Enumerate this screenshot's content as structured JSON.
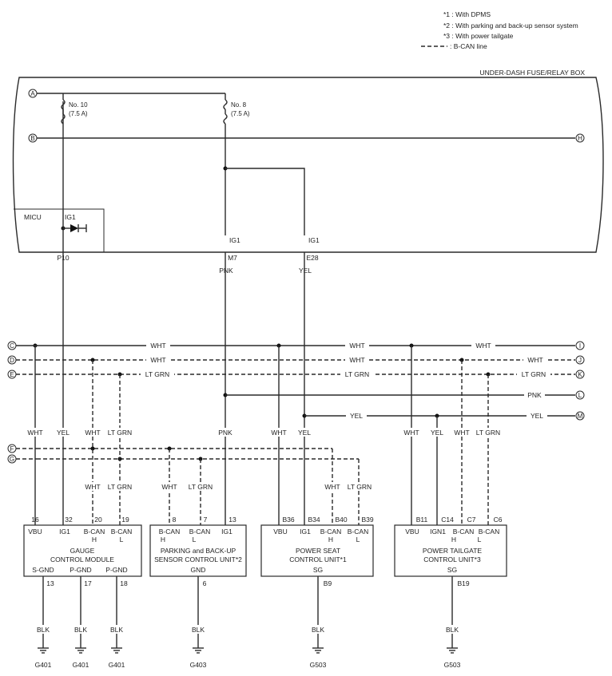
{
  "notes": {
    "n1": "*1 : With DPMS",
    "n2": "*2 : With parking and back-up sensor system",
    "n3": "*3 : With power tailgate",
    "n4": ": B-CAN line"
  },
  "fusebox": {
    "title": "UNDER-DASH FUSE/RELAY BOX",
    "fuse10_name": "No. 10",
    "fuse10_rating": "(7.5 A)",
    "fuse8_name": "No. 8",
    "fuse8_rating": "(7.5 A)"
  },
  "micu": {
    "label": "MICU",
    "pin": "IG1"
  },
  "terminals": {
    "ig1_a": "IG1",
    "ig1_b": "IG1",
    "p10": "P10",
    "m7": "M7",
    "e28": "E28"
  },
  "connectors": {
    "A": "A",
    "B": "B",
    "C": "C",
    "D": "D",
    "E": "E",
    "F": "F",
    "G": "G",
    "H": "H",
    "I": "I",
    "J": "J",
    "K": "K",
    "L": "L",
    "M": "M"
  },
  "wire_colors": {
    "wht": "WHT",
    "yel": "YEL",
    "pnk": "PNK",
    "ltgrn": "LT GRN",
    "blk": "BLK"
  },
  "gauge": {
    "name1": "GAUGE",
    "name2": "CONTROL MODULE",
    "pins": [
      "16",
      "32",
      "20",
      "19"
    ],
    "pin_labels": [
      "VBU",
      "IG1",
      "B-CAN",
      "B-CAN"
    ],
    "pin_sub": [
      "H",
      "L"
    ],
    "gnd_labels": [
      "S-GND",
      "P-GND",
      "P-GND"
    ],
    "gnd_pins": [
      "13",
      "17",
      "18"
    ],
    "grounds": [
      "G401",
      "G401",
      "G401"
    ]
  },
  "parking": {
    "name1": "PARKING and BACK-UP",
    "name2": "SENSOR CONTROL UNIT*2",
    "pins": [
      "8",
      "7",
      "13"
    ],
    "pin_labels": [
      "B-CAN",
      "B-CAN",
      "IG1"
    ],
    "pin_sub": [
      "H",
      "L"
    ],
    "gnd_label": "GND",
    "gnd_pin": "6",
    "ground": "G403"
  },
  "seat": {
    "name1": "POWER SEAT",
    "name2": "CONTROL UNIT*1",
    "pins": [
      "B36",
      "B34",
      "B40",
      "B39"
    ],
    "pin_labels": [
      "VBU",
      "IG1",
      "B-CAN",
      "B-CAN"
    ],
    "pin_sub": [
      "H",
      "L"
    ],
    "gnd_label": "SG",
    "gnd_pin": "B9",
    "ground": "G503"
  },
  "tailgate": {
    "name1": "POWER TAILGATE",
    "name2": "CONTROL UNIT*3",
    "pins": [
      "B11",
      "C14",
      "C7",
      "C6"
    ],
    "pin_labels": [
      "VBU",
      "IGN1",
      "B-CAN",
      "B-CAN"
    ],
    "pin_sub": [
      "H",
      "L"
    ],
    "gnd_label": "SG",
    "gnd_pin": "B19",
    "ground": "G503"
  }
}
